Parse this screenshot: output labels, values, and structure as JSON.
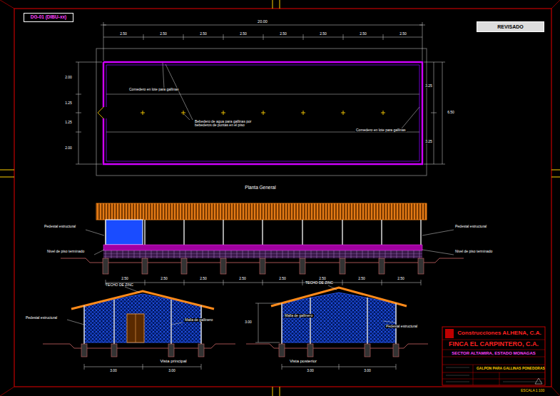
{
  "diagram": {
    "nodes": [
      {
        "text": [
          "Construcciones ALHENA, C.A."
        ]
      },
      {
        "text": [
          "FINCA EL CARPINTERO, C.A."
        ]
      },
      {
        "text": [
          "SECTOR ALTAMIRA, ESTADO MONAGAS"
        ]
      },
      {
        "text": [
          "GALPON PARA GALLINAS PONEDORAS"
        ]
      },
      {
        "text": [
          "DG-01 (DIBU-xx)"
        ]
      },
      {
        "text": [
          "REVISADO"
        ]
      }
    ],
    "labels": [
      "Planta General",
      "Vista principal",
      "Vista posterior",
      "20.00",
      "2.50",
      "2.50",
      "2.50",
      "2.50",
      "2.50",
      "2.50",
      "2.50",
      "2.50",
      "2.00",
      "1.25",
      "1.25",
      "2.00",
      "3.25",
      "3.25",
      "6.50",
      "Comedero en lote para gallinas",
      "Bebedero de agua para gallinas por bebederos de puntas en el piso",
      "Comedero en lote para gallinas",
      "2.50",
      "2.50",
      "2.50",
      "2.50",
      "2.50",
      "2.50",
      "2.50",
      "2.50",
      "Pedestal estructural",
      "Pedestal estructural",
      "Nivel de piso terminado",
      "Nivel de piso terminado",
      "Pedestal estructural",
      "Malla de gallinero",
      "Malla de gallinero",
      "Pedestal estructural",
      "3.00",
      "3.00",
      "3.00",
      "3.00",
      "3.00",
      "TECHO DE ZINC",
      "TECHO DE ZINC",
      "ESCALA 1:100"
    ]
  }
}
